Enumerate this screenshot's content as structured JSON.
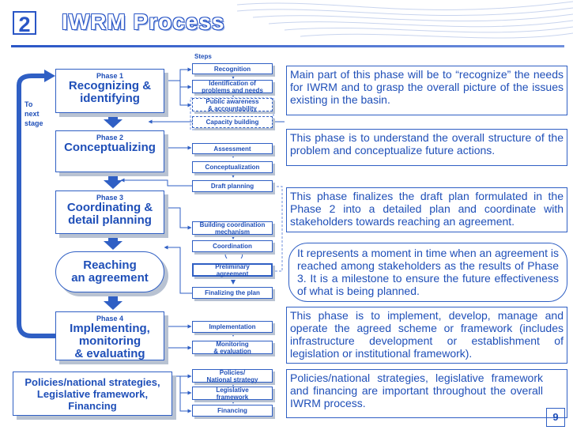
{
  "header": {
    "number": "2",
    "title": "IWRM Process"
  },
  "steps_heading": "Steps",
  "to_next_stage": [
    "To",
    "next",
    "stage"
  ],
  "phases": [
    {
      "phase_label": "Phase 1",
      "name_lines": [
        "Recognizing &",
        "identifying"
      ]
    },
    {
      "phase_label": "Phase 2",
      "name_lines": [
        "Conceptualizing"
      ]
    },
    {
      "phase_label": "Phase 3",
      "name_lines": [
        "Coordinating &",
        "detail planning"
      ]
    },
    {
      "phase_label": "",
      "name_lines": [
        "Reaching",
        "an agreement"
      ]
    },
    {
      "phase_label": "Phase 4",
      "name_lines": [
        "Implementing,",
        "monitoring",
        "& evaluating"
      ]
    }
  ],
  "policies_box": {
    "lines": [
      "Policies/national strategies,",
      "Legislative framework,",
      "Financing"
    ]
  },
  "steps": {
    "recognition": "Recognition",
    "identification": [
      "Identification of",
      "problems and needs"
    ],
    "public_awareness": [
      "Public awareness",
      "& accountability"
    ],
    "capacity_building": "Capacity building",
    "assessment": "Assessment",
    "conceptualization": "Conceptualization",
    "draft_planning": "Draft planning",
    "building_coordination": [
      "Building coordination",
      "mechanism"
    ],
    "coordination": "Coordination",
    "preliminary_agreement": [
      "Preliminary",
      "agreement"
    ],
    "finalizing_plan": "Finalizing the plan",
    "implementation": "Implementation",
    "monitoring": [
      "Monitoring",
      "& evaluation"
    ],
    "policies_national": [
      "Policies/",
      "National strategy"
    ],
    "legislative": [
      "Legislative",
      "framework"
    ],
    "financing": "Financing"
  },
  "descriptions": [
    "Main part of this phase will be to “recognize” the needs for IWRM and to grasp the overall picture of the issues existing in the basin.",
    "This phase is to understand the overall structure of the problem and conceptualize future actions.",
    "This phase finalizes the draft plan formulated in the Phase 2 into a detailed plan and coordinate with stakeholders towards reaching an agreement.",
    "It represents a moment in time when an agreement is reached among stakeholders as the results of Phase 3. It is a milestone to ensure the future effectiveness of what is being planned.",
    "This phase is to implement, develop, manage and operate the agreed scheme or framework (includes infrastructure development or establishment of legislation or institutional framework).",
    "Policies/national strategies, legislative framework and financing are important throughout the overall IWRM process."
  ],
  "page_number": "9",
  "colors": {
    "accent": "#2f5fc4",
    "text": "#1f4fb8",
    "shadow": "#b8c2d2"
  }
}
